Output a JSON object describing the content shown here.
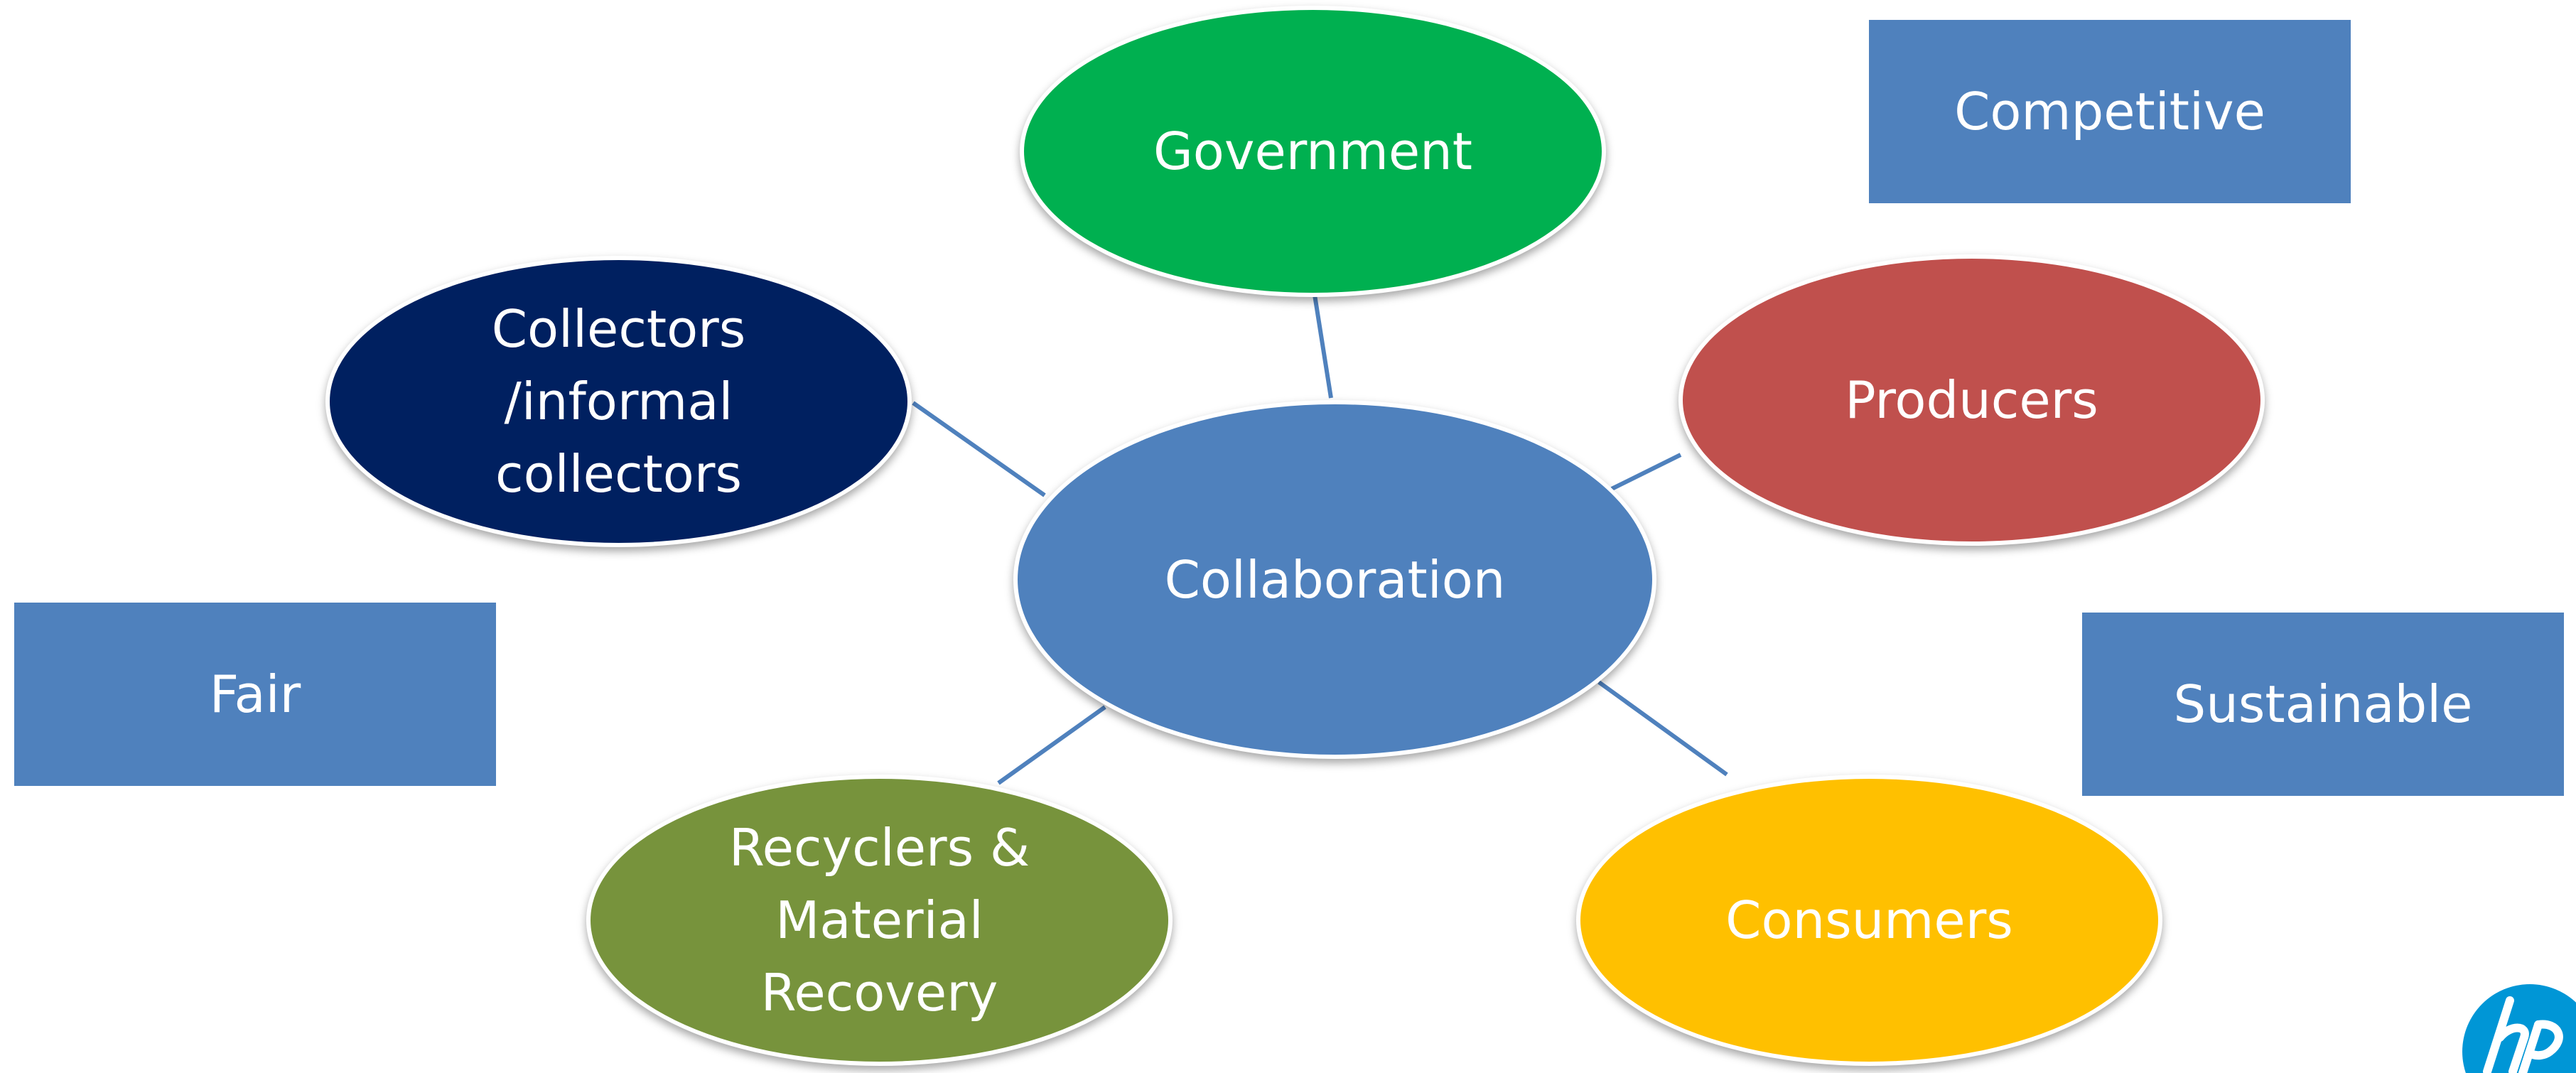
{
  "nodes": {
    "center": {
      "label": "Collaboration",
      "color": "#4f81bd"
    },
    "government": {
      "label": "Government",
      "color": "#00b050"
    },
    "producers": {
      "label": "Producers",
      "color": "#c0504d"
    },
    "collectors": {
      "lines": [
        "Collectors",
        "/informal",
        "collectors"
      ],
      "color": "#002060"
    },
    "recyclers": {
      "lines": [
        "Recyclers &",
        "Material",
        "Recovery"
      ],
      "color": "#77933c"
    },
    "consumers": {
      "label": "Consumers",
      "color": "#ffc000"
    }
  },
  "tags": {
    "competitive": "Competitive",
    "fair": "Fair",
    "sustainable": "Sustainable"
  },
  "colors": {
    "box": "#4f81bd",
    "connector": "#4f81bd",
    "logo": "#0096d6"
  },
  "logo": {
    "icon": "hp-logo-icon"
  }
}
